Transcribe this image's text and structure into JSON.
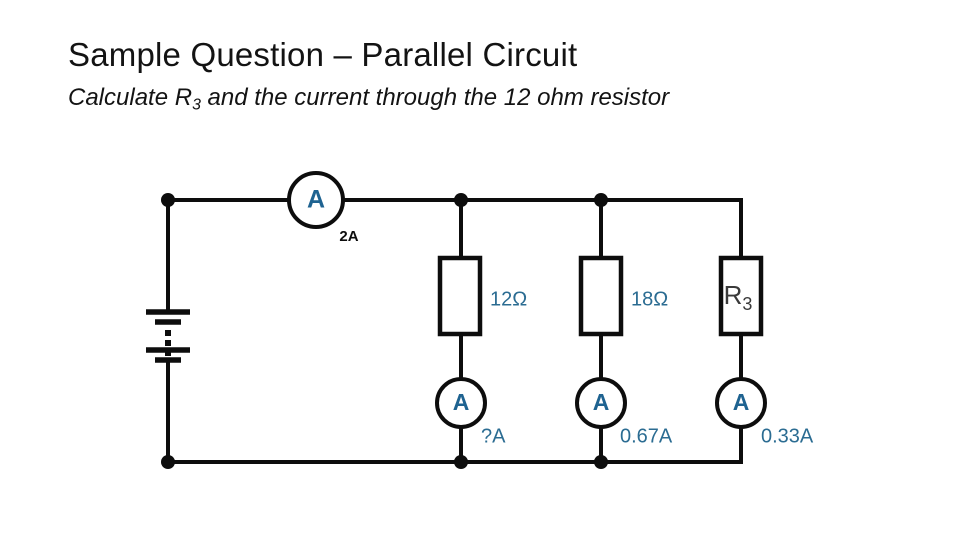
{
  "slide": {
    "title": "Sample Question – Parallel Circuit",
    "subtitle_before": "Calculate R",
    "subtitle_sub": "3",
    "subtitle_after": " and the current through the 12 ohm resistor"
  },
  "colors": {
    "wire": "#0d0d0d",
    "meter_letter": "#1f6391",
    "value_label": "#2b6c92",
    "resistor_label": "#3a3a3a",
    "background": "#ffffff"
  },
  "circuit": {
    "type": "parallel-circuit-schematic",
    "source": {
      "name": "battery",
      "symbol": "multi-cell-battery"
    },
    "main_meter": {
      "name": "main-ammeter",
      "letter": "A",
      "reading": "2A"
    },
    "branches": [
      {
        "id": "branch-1",
        "resistor_label": "12Ω",
        "resistor_label_position": "right-of-box",
        "meter_letter": "A",
        "current": "?A"
      },
      {
        "id": "branch-2",
        "resistor_label": "18Ω",
        "resistor_label_position": "right-of-box",
        "meter_letter": "A",
        "current": "0.67A"
      },
      {
        "id": "branch-3",
        "resistor_label_main": "R",
        "resistor_label_sub": "3",
        "resistor_label_position": "inside-box",
        "meter_letter": "A",
        "current": "0.33A"
      }
    ]
  }
}
